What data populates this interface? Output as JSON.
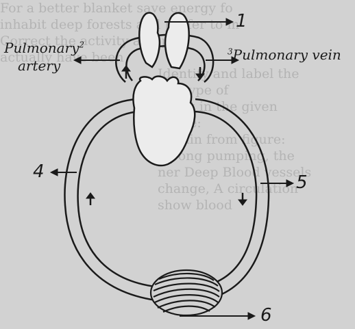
{
  "background_text": [
    "For a better blanket save energy fo",
    "inhabit deep forests and prefer to m",
    "Correct the activity and pr",
    "actually have been",
    "Identify and label the",
    "the type of",
    "about in the given",
    "figure:",
    "Obtain from figure:",
    "Strong pumping, the",
    "ner Deep Blood vessels",
    "change, A circulation",
    "show blood"
  ],
  "labels": {
    "pulmonary_artery_line1": "Pulmonary",
    "pulmonary_artery_sup": "2",
    "pulmonary_artery_line2": "artery",
    "pulmonary_vein_sup": "3",
    "pulmonary_vein": "Pulmonary vein",
    "label_1": "1",
    "label_4": "4",
    "label_5": "5",
    "label_6": "6"
  },
  "colors": {
    "ink": "#1a1a1a",
    "paper": "#d2d2d2",
    "faded_text": "#b4b4b4",
    "organ_fill": "#ececec"
  }
}
